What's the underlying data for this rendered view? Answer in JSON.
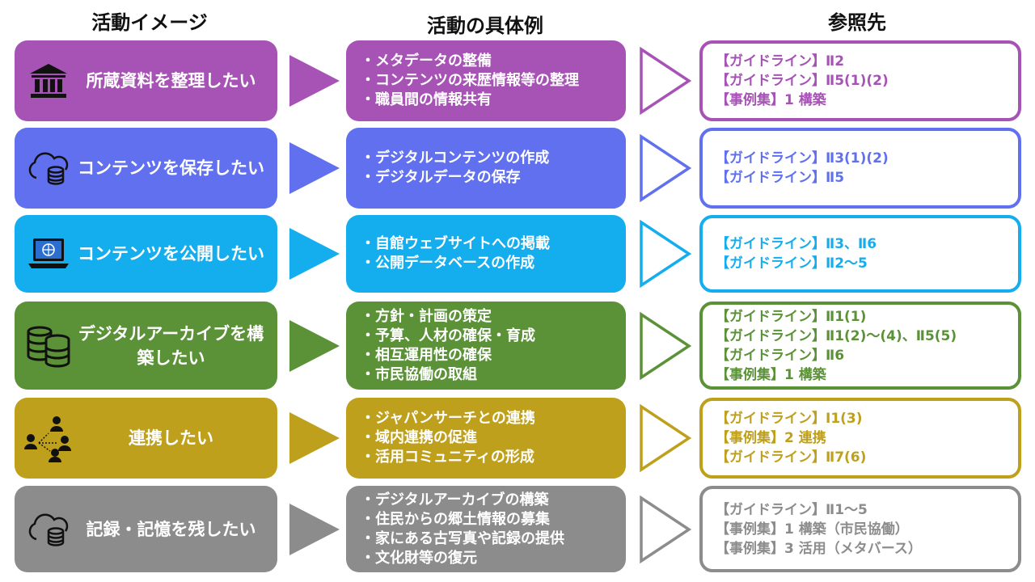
{
  "headers": {
    "image": "活動イメージ",
    "examples": "活動の具体例",
    "refs": "参照先"
  },
  "rows": [
    {
      "color": "#A653B5",
      "icon": "museum-icon",
      "label": "所蔵資料を整理したい",
      "items": [
        "・メタデータの整備",
        "・コンテンツの来歴情報等の整理",
        "・職員間の情報共有"
      ],
      "refs": [
        "【ガイドライン】Ⅱ2",
        "【ガイドライン】Ⅱ5(1)(2)",
        "【事例集】1 構築"
      ]
    },
    {
      "color": "#6070EE",
      "icon": "cloud-database-icon",
      "label": "コンテンツを保存したい",
      "items": [
        "・デジタルコンテンツの作成",
        "・デジタルデータの保存"
      ],
      "refs": [
        "【ガイドライン】Ⅱ3(1)(2)",
        "【ガイドライン】Ⅱ5"
      ]
    },
    {
      "color": "#14AEEE",
      "icon": "laptop-globe-icon",
      "label": "コンテンツを公開したい",
      "items": [
        "・自館ウェブサイトへの掲載",
        "・公開データベースの作成"
      ],
      "refs": [
        "【ガイドライン】Ⅱ3、Ⅱ6",
        "【ガイドライン】Ⅱ2〜5"
      ]
    },
    {
      "color": "#5B9238",
      "icon": "database-icon",
      "label": "デジタルアーカイブを構築したい",
      "items": [
        "・方針・計画の策定",
        "・予算、人材の確保・育成",
        "・相互運用性の確保",
        "・市民協働の取組"
      ],
      "refs": [
        "【ガイドライン】Ⅱ1(1)",
        "【ガイドライン】Ⅱ1(2)〜(4)、Ⅱ5(5)",
        "【ガイドライン】Ⅱ6",
        "【事例集】1 構築"
      ]
    },
    {
      "color": "#BFA01C",
      "icon": "network-people-icon",
      "label": "連携したい",
      "items": [
        "・ジャパンサーチとの連携",
        "・域内連携の促進",
        "・活用コミュニティの形成"
      ],
      "refs": [
        "【ガイドライン】Ⅰ1(3)",
        "【事例集】2 連携",
        "【ガイドライン】Ⅱ7(6)"
      ]
    },
    {
      "color": "#8C8C8C",
      "icon": "cloud-database-icon",
      "label": "記録・記憶を残したい",
      "items": [
        "・デジタルアーカイブの構築",
        "・住民からの郷土情報の募集",
        "・家にある古写真や記録の提供",
        "・文化財等の復元"
      ],
      "refs": [
        "【ガイドライン】Ⅱ1〜5",
        "【事例集】1 構築（市民協働）",
        "【事例集】3 活用（メタバース）"
      ]
    }
  ]
}
